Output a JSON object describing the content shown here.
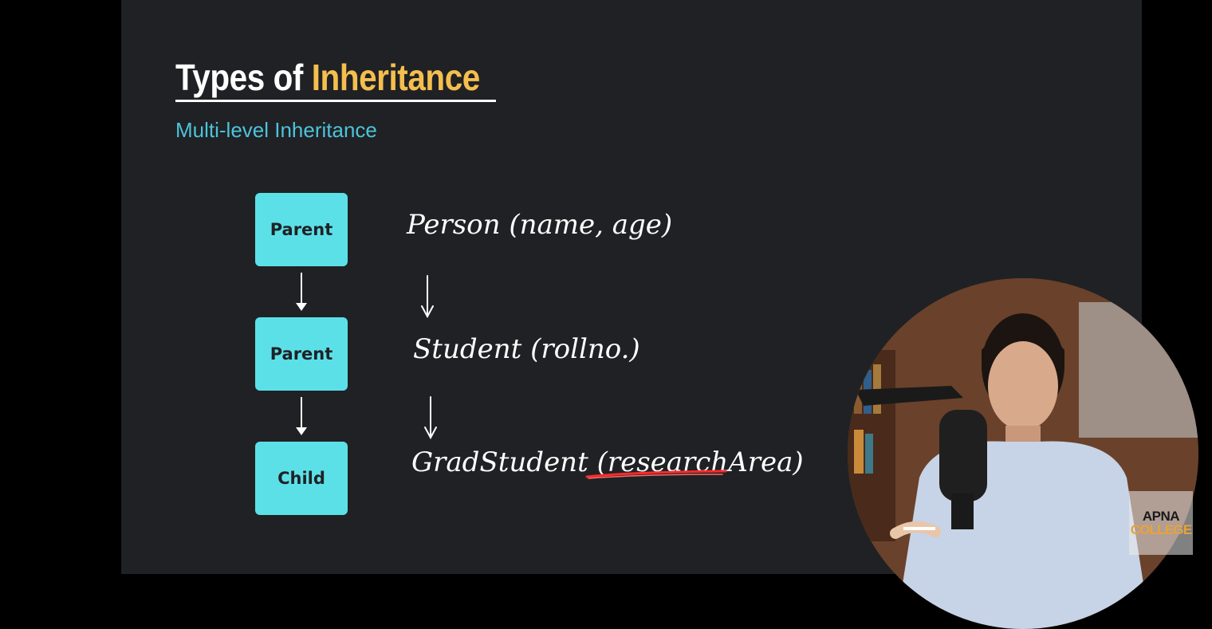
{
  "slide": {
    "title_prefix": "Types of ",
    "title_accent": "Inheritance",
    "subtitle": "Multi-level Inheritance"
  },
  "diagram": {
    "boxes": [
      "Parent",
      "Parent",
      "Child"
    ]
  },
  "handwriting": {
    "line1": "Person (name, age)",
    "line2": "Student (rollno.)",
    "line3_class": "GradStudent",
    "line3_field": "(researchArea)"
  },
  "logo": {
    "line1": "APNA",
    "line2": "COLLEGE"
  },
  "colors": {
    "accent": "#f4bf4f",
    "subtitle": "#4dc3db",
    "box": "#5ce0e8",
    "highlight": "#ff2a2a"
  }
}
